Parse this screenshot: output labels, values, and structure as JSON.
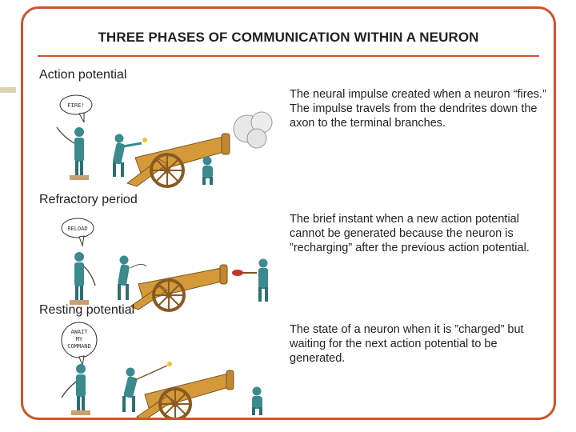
{
  "title": "THREE PHASES OF COMMUNICATION WITHIN A NEURON",
  "colors": {
    "frame": "#d0532d",
    "cannon": "#d49a3a",
    "soldier": "#3a8a8f"
  },
  "phases": [
    {
      "label": "Action potential",
      "description": "The neural impulse created when a neuron “fires.” The impulse travels from the dendrites down the axon to the terminal branches.",
      "bubble": [
        "FIRE!"
      ]
    },
    {
      "label": "Refractory period",
      "description": "The brief instant when a new action potential cannot be generated because the neuron is ”recharging” after the previous action potential.",
      "bubble": [
        "RELOAD"
      ]
    },
    {
      "label": "Resting potential",
      "description": "The state of a neuron when it is ”charged” but waiting for the next action potential to be generated.",
      "bubble": [
        "AWAIT",
        "MY",
        "COMMAND"
      ]
    }
  ]
}
